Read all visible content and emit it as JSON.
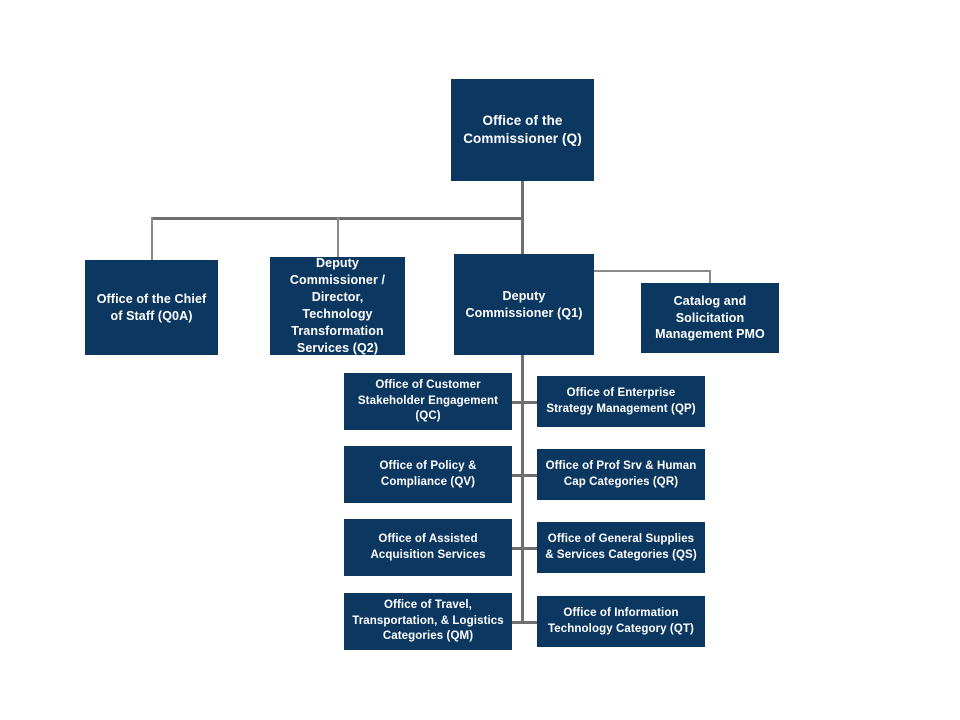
{
  "chart": {
    "type": "org-chart",
    "title": "Office of the Commissioner (Q) Organizational Chart",
    "colors": {
      "node_fill": "#0b3761",
      "node_text": "#ffffff",
      "connector": "#6f6f6f",
      "connector_light": "#8a8a8a",
      "background": "#ffffff"
    },
    "nodes": {
      "root": {
        "label": "Office of the Commissioner (Q)",
        "code": "Q",
        "level": 0
      },
      "chief_of_staff": {
        "label": "Office of the Chief of Staff (Q0A)",
        "code": "Q0A",
        "level": 1
      },
      "tts": {
        "label": "Deputy Commissioner / Director, Technology Transformation Services (Q2)",
        "code": "Q2",
        "level": 1
      },
      "deputy_commissioner": {
        "label": "Deputy Commissioner (Q1)",
        "code": "Q1",
        "level": 1
      },
      "catalog_pmo": {
        "label": "Catalog and Solicitation Management PMO",
        "code": "",
        "level": 2
      }
    },
    "sub_offices_left": [
      {
        "label": "Office of Customer Stakeholder Engagement (QC)",
        "code": "QC"
      },
      {
        "label": "Office of Policy & Compliance (QV)",
        "code": "QV"
      },
      {
        "label": "Office of Assisted Acquisition Services",
        "code": ""
      },
      {
        "label": "Office of Travel, Transportation, & Logistics Categories (QM)",
        "code": "QM"
      }
    ],
    "sub_offices_right": [
      {
        "label": "Office of Enterprise Strategy Management (QP)",
        "code": "QP"
      },
      {
        "label": "Office of Prof Srv & Human Cap Categories (QR)",
        "code": "QR"
      },
      {
        "label": "Office of General Supplies & Services Categories (QS)",
        "code": "QS"
      },
      {
        "label": "Office of Information Technology Category (QT)",
        "code": "QT"
      }
    ]
  }
}
